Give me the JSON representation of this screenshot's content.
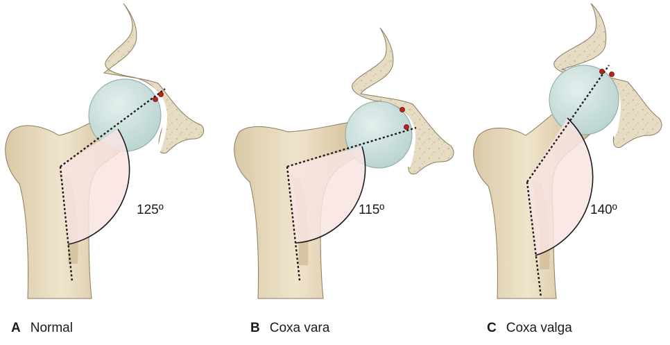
{
  "panels": [
    {
      "letter": "A",
      "title": "Normal",
      "angle": "125º",
      "angle_deg": 125
    },
    {
      "letter": "B",
      "title": "Coxa vara",
      "angle": "115º",
      "angle_deg": 115
    },
    {
      "letter": "C",
      "title": "Coxa valga",
      "angle": "140º",
      "angle_deg": 140
    }
  ],
  "colors": {
    "bone": "#e8dcc2",
    "bone_shadow": "#c9b38a",
    "pelvis": "#e4d9c0",
    "cartilage": "#c9e0de",
    "angle_fill": "#f8e4e2",
    "marker": "#c0221a",
    "line": "#1a1a1a"
  }
}
